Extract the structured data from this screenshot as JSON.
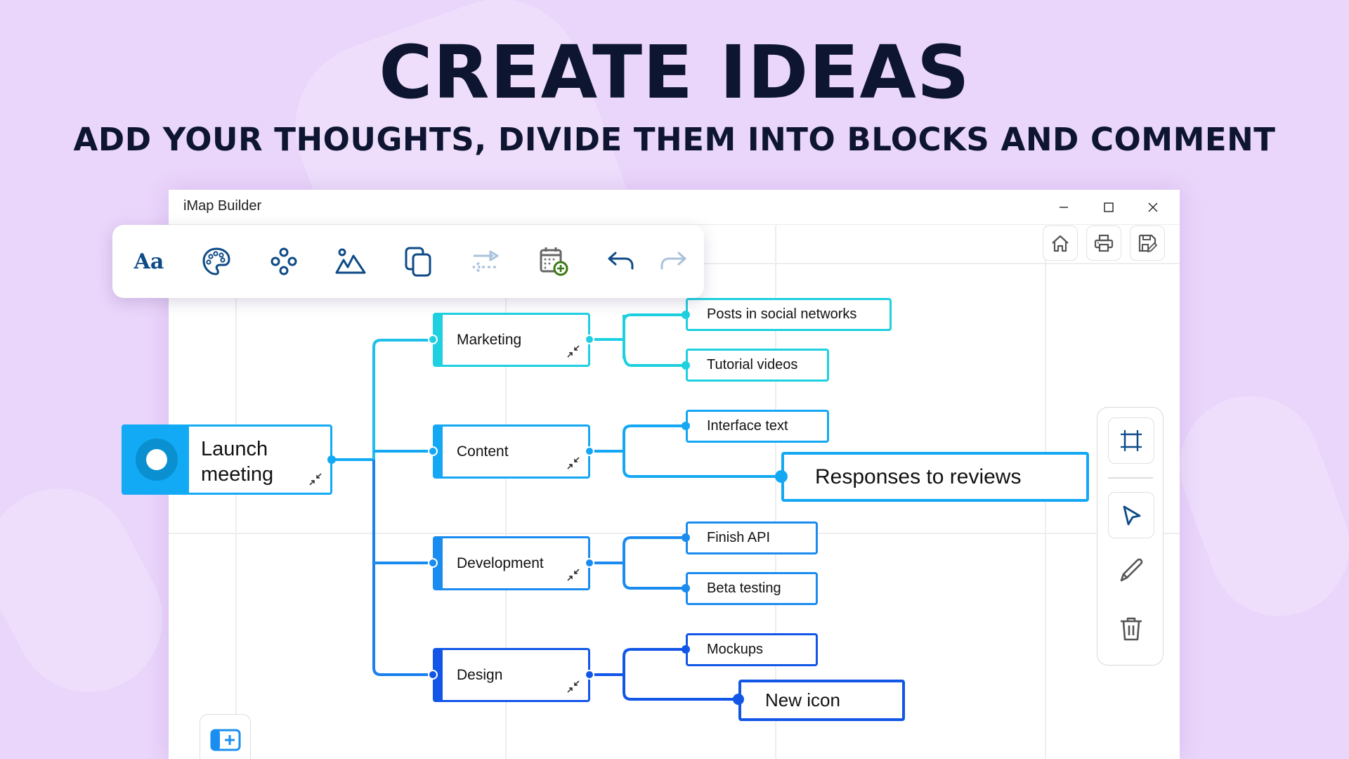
{
  "banner": {
    "headline": "CREATE IDEAS",
    "subheadline": "ADD YOUR THOUGHTS, DIVIDE THEM INTO BLOCKS AND COMMENT"
  },
  "window": {
    "title": "iMap Builder",
    "controls": [
      "minimize-icon",
      "maximize-icon",
      "close-icon"
    ]
  },
  "toolbar": {
    "items": [
      {
        "name": "font",
        "label": "Aa",
        "icon": "font-icon"
      },
      {
        "name": "palette",
        "icon": "palette-icon"
      },
      {
        "name": "layout",
        "icon": "nodes-icon"
      },
      {
        "name": "image",
        "icon": "image-icon"
      },
      {
        "name": "duplicate",
        "icon": "copy-icon"
      },
      {
        "name": "connections",
        "icon": "swap-arrows-icon",
        "disabled": true
      },
      {
        "name": "add-date",
        "icon": "calendar-add-icon"
      },
      {
        "name": "undo",
        "icon": "undo-icon"
      },
      {
        "name": "redo",
        "icon": "redo-icon",
        "disabled": true
      }
    ]
  },
  "top_actions": [
    "home-icon",
    "printer-icon",
    "save-icon"
  ],
  "side_tools": [
    "crop-frame-icon",
    "pointer-icon",
    "pencil-icon",
    "trash-icon"
  ],
  "colors": {
    "background": "#ead5fb",
    "headline": "#0d1530",
    "root": "#12aaf4",
    "marketing": "#1ed0e0",
    "content": "#14a8f4",
    "development": "#1a8cf0",
    "design": "#1256e8",
    "toolbar_icon": "#0d4a86",
    "calendar_plus": "#3a7a10"
  },
  "mindmap": {
    "root": {
      "label_line1": "Launch",
      "label_line2": "meeting"
    },
    "branches": [
      {
        "label": "Marketing",
        "children": [
          "Posts in social networks",
          "Tutorial videos"
        ]
      },
      {
        "label": "Content",
        "children": [
          "Interface text",
          "Responses to reviews"
        ]
      },
      {
        "label": "Development",
        "children": [
          "Finish API",
          "Beta testing"
        ]
      },
      {
        "label": "Design",
        "children": [
          "Mockups",
          "New icon"
        ]
      }
    ]
  }
}
